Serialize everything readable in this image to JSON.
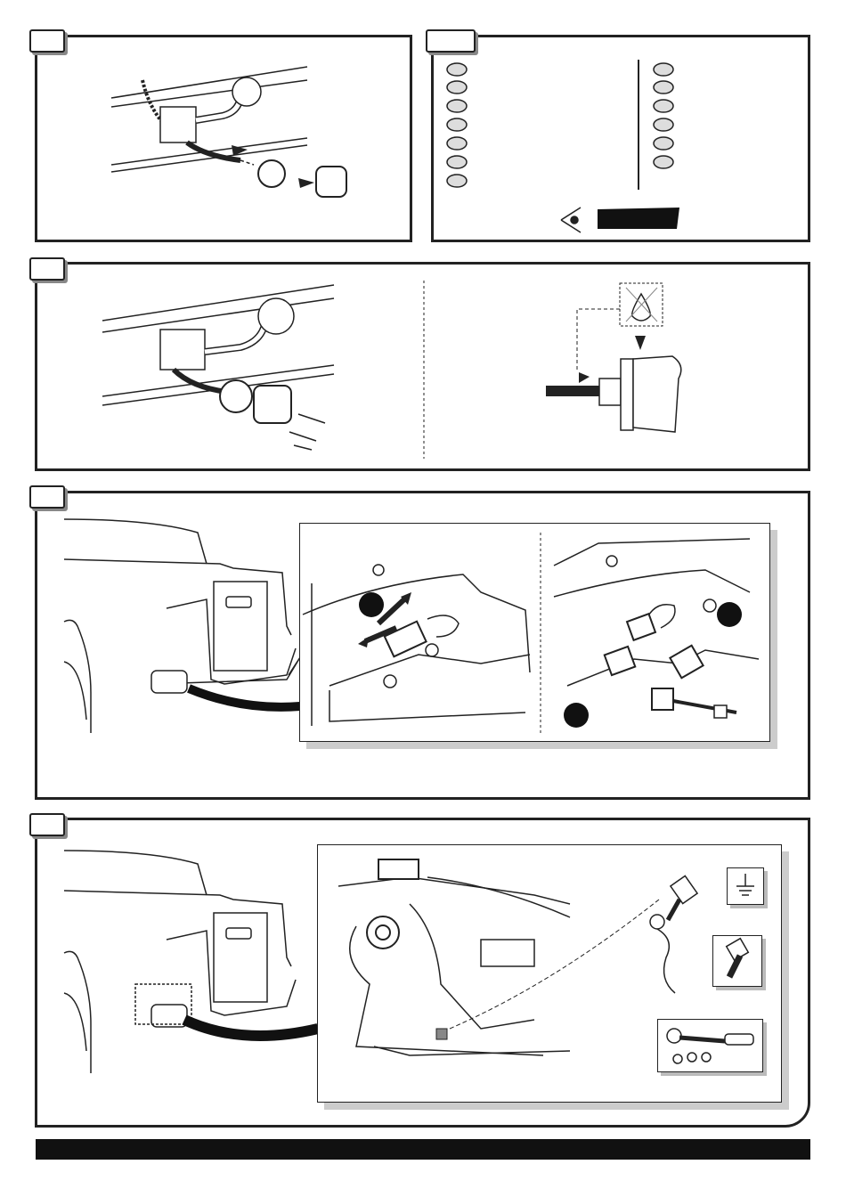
{
  "document": {
    "steps": [
      {
        "id": "step-1",
        "label": ""
      },
      {
        "id": "step-2",
        "label": ""
      },
      {
        "id": "step-3",
        "label": ""
      },
      {
        "id": "step-4",
        "label": ""
      },
      {
        "id": "step-5",
        "label": ""
      }
    ],
    "wire_list": {
      "left_column": [
        "",
        "",
        "",
        "",
        "",
        "",
        ""
      ],
      "right_column": [
        "",
        "",
        "",
        "",
        "",
        ""
      ],
      "check_label": ""
    },
    "callouts": {
      "a": "",
      "b": "",
      "c": ""
    },
    "colors": {
      "line": "#222222",
      "fill": "#ffffff",
      "bar": "#111111",
      "shade": "#dddddd"
    },
    "icons": [
      "towball-icon",
      "socket-icon",
      "drop-icon",
      "eye-icon",
      "ground-icon",
      "bolt-icon",
      "ratchet-icon"
    ]
  }
}
